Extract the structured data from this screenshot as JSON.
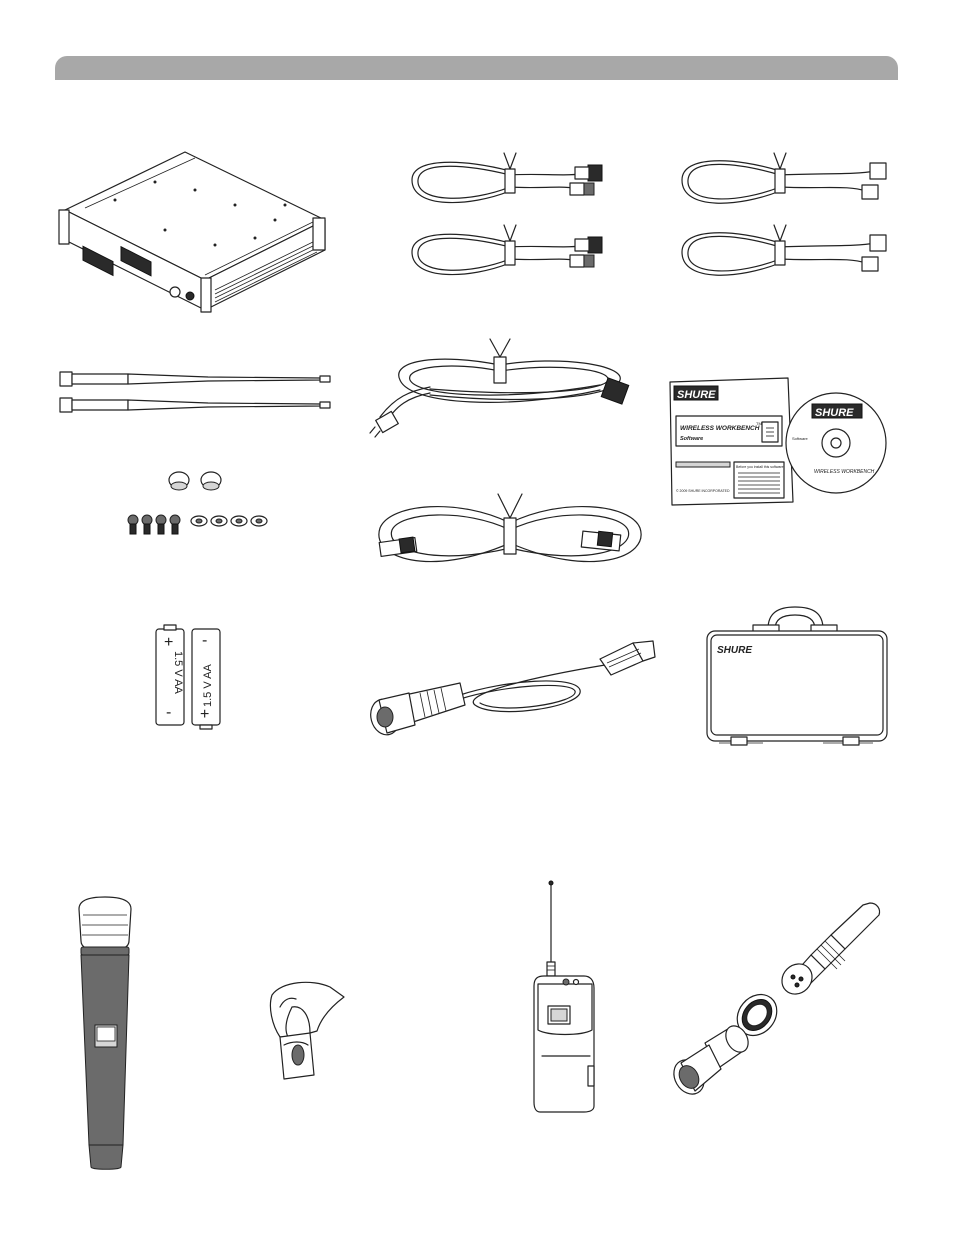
{
  "labels": {
    "battery_1": "1.5 V AA",
    "battery_2": "1.5 V AA",
    "battery_plus": "+",
    "battery_minus": "-",
    "brand": "SHURE",
    "software_title": "WIRELESS WORKBENCH",
    "software_trademark": "TM",
    "software_sub": "Software",
    "cd_small": "Software",
    "cd_title": "WIRELESS WORKBENCH",
    "booklet_footer": "© 2009 SHURE INCORPORATED",
    "booklet_box_title": "Before you install this software"
  },
  "colors": {
    "header_bar": "#a8a8a8",
    "microphone_body": "#6b6b6b",
    "line": "#222222"
  }
}
